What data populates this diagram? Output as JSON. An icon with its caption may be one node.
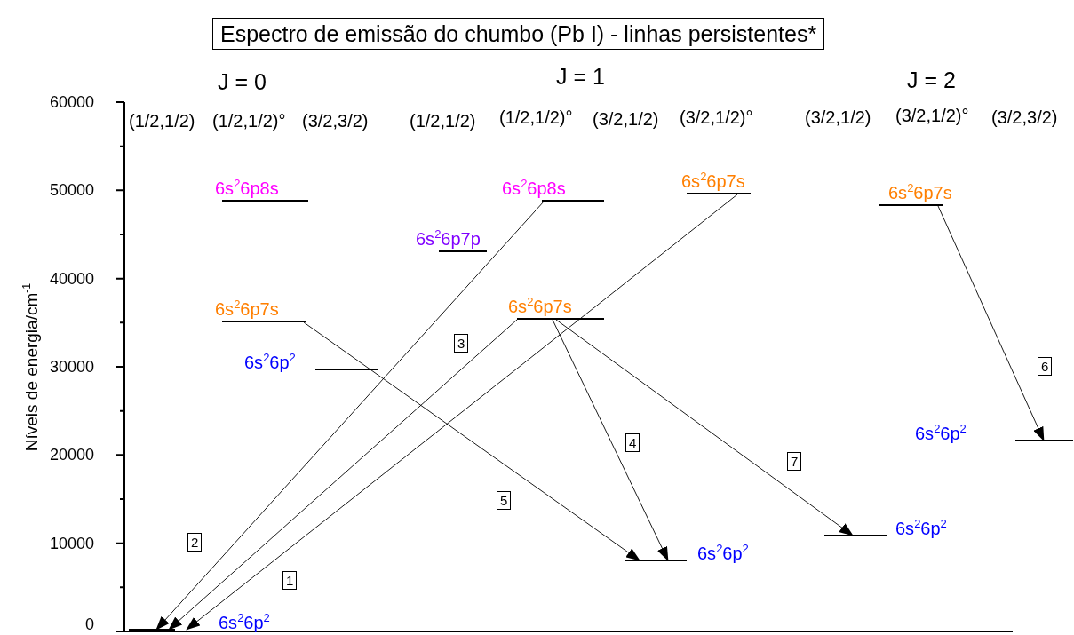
{
  "diagram": {
    "title": "Espectro de emissão do chumbo (Pb I) - linhas persistentes*",
    "nodes": [
      {
        "text": [
          "6s$^{2}$6p8s"
        ]
      },
      {
        "text": [
          "6s$^{2}$6p8s"
        ]
      },
      {
        "text": [
          "6s$^{2}$6p7s"
        ]
      },
      {
        "text": [
          "6s$^{2}$6p7s"
        ]
      },
      {
        "text": [
          "6s$^{2}$6p7p"
        ]
      },
      {
        "text": [
          "6s$^{2}$6p7s"
        ]
      },
      {
        "text": [
          "6s$^{2}$6p7s"
        ]
      },
      {
        "text": [
          "6s$^{2}$6p$^{2}$"
        ]
      },
      {
        "text": [
          "6s$^{2}$6p$^{2}$"
        ]
      },
      {
        "text": [
          "6s$^{2}$6p$^{2}$"
        ]
      },
      {
        "text": [
          "6s$^{2}$6p$^{2}$"
        ]
      },
      {
        "text": [
          "6s$^{2}$6p$^{2}$"
        ]
      }
    ],
    "edges": [
      {
        "from": 2,
        "to": 11,
        "arrow": "to",
        "label": "1"
      },
      {
        "from": 1,
        "to": 11,
        "arrow": "to",
        "label": "2"
      },
      {
        "from": 6,
        "to": 11,
        "arrow": "to",
        "label": "3"
      },
      {
        "from": 6,
        "to": 10,
        "arrow": "to",
        "label": "4"
      },
      {
        "from": 5,
        "to": 10,
        "arrow": "to",
        "label": "5"
      },
      {
        "from": 3,
        "to": 8,
        "arrow": "to",
        "label": "6"
      },
      {
        "from": 6,
        "to": 9,
        "arrow": "to",
        "label": "7"
      }
    ],
    "labels": [
      "J = 0",
      "J = 1",
      "J = 2",
      "(1/2,1/2)",
      "(1/2,1/2)°",
      "(3/2,3/2)",
      "(1/2,1/2)",
      "(1/2,1/2)°",
      "(3/2,1/2)",
      "(3/2,1/2)°",
      "(3/2,1/2)",
      "(3/2,1/2)°",
      "(3/2,3/2)",
      "Níveis de energia/cm$^{-1}$",
      "60000",
      "50000",
      "40000",
      "30000",
      "20000",
      "10000",
      "0"
    ]
  }
}
